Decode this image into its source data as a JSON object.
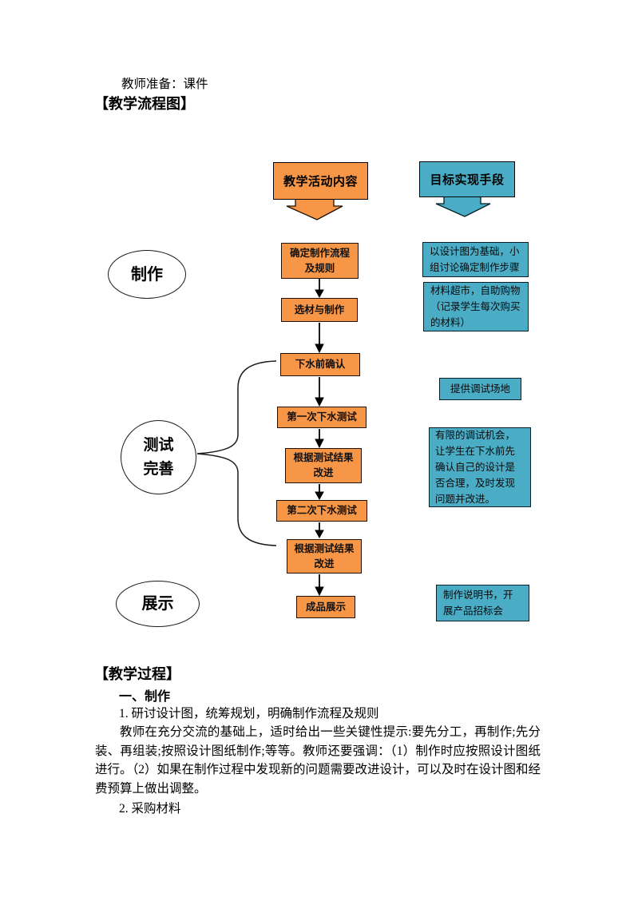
{
  "document": {
    "prep_line": "教师准备：课件",
    "flowchart_heading": "【教学流程图】",
    "process_heading": "【教学过程】",
    "section_title": "一、制作",
    "item_1": "1. 研讨设计图，统筹规划，明确制作流程及规则",
    "paragraph": "教师在充分交流的基础上，适时给出一些关键性提示:要先分工，再制作;先分装、再组装;按照设计图纸制作;等等。教师还要强调：（1）制作时应按照设计图纸进行。（2）如果在制作过程中发现新的问题需要改进设计，可以及时在设计图和经费预算上做出调整。",
    "item_2": "2. 采购材料"
  },
  "flowchart": {
    "column_headers": [
      {
        "label": "教学活动内容",
        "fill": "#F79646"
      },
      {
        "label": "目标实现手段",
        "fill": "#4BACC6"
      }
    ],
    "stages": [
      {
        "label": "制作"
      },
      {
        "label": "测试完善"
      },
      {
        "label": "展示"
      }
    ],
    "activity_steps": [
      {
        "label": "确定制作流程及规则"
      },
      {
        "label": "选材与制作"
      },
      {
        "label": "下水前确认"
      },
      {
        "label": "第一次下水测试"
      },
      {
        "label": "根据测试结果改进"
      },
      {
        "label": "第二次下水测试"
      },
      {
        "label": "根据测试结果改进"
      },
      {
        "label": "成品展示"
      }
    ],
    "method_notes": [
      {
        "label": "以设计图为基础，小组讨论确定制作步骤"
      },
      {
        "label": "材料超市，自助购物（记录学生每次购买的材料）"
      },
      {
        "label": "提供调试场地"
      },
      {
        "label": "有限的调试机会，让学生在下水前先确认自己的设计是否合理，及时发现问题并改进。"
      },
      {
        "label": "制作说明书，开展产品招标会"
      }
    ],
    "colors": {
      "activity_fill": "#F79646",
      "method_fill": "#4BACC6",
      "outline": "#000000"
    }
  }
}
